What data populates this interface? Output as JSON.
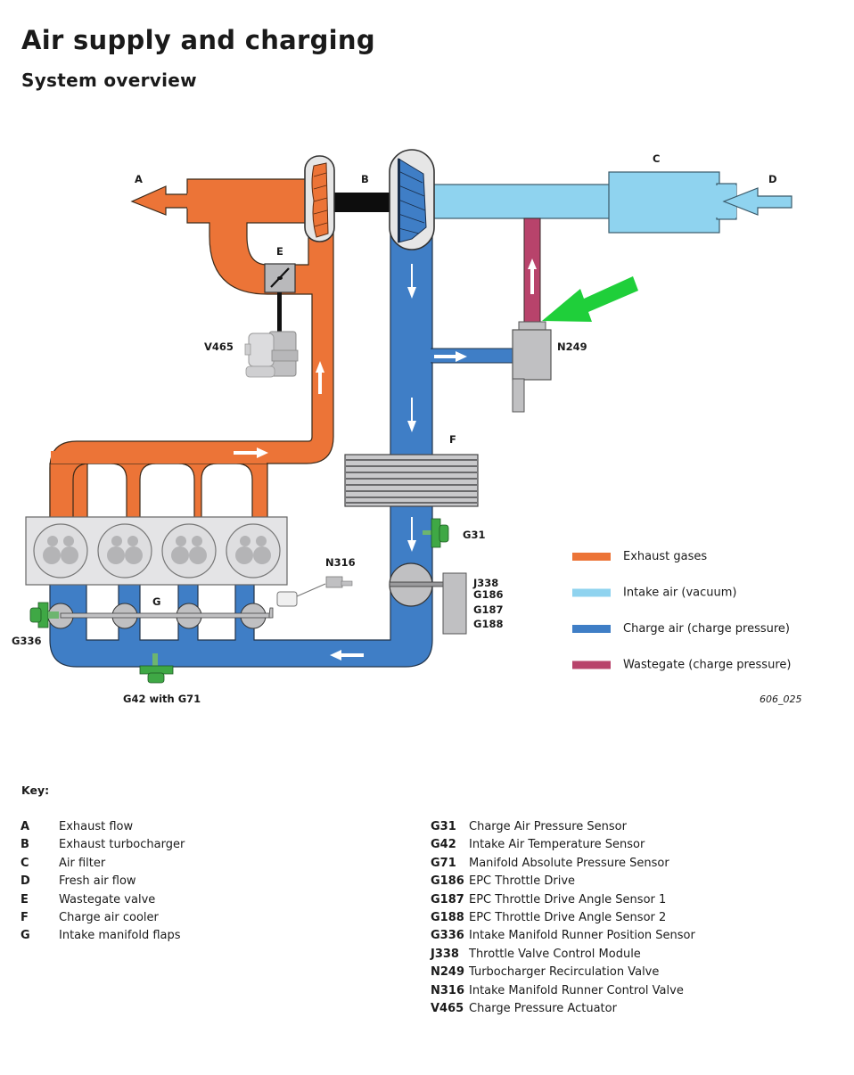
{
  "header": {
    "title": "Air supply and charging",
    "subtitle": "System overview"
  },
  "colors": {
    "exhaust": "#ec7437",
    "intake": "#8fd3ef",
    "charge": "#3f7ec6",
    "wastegate": "#b8436b",
    "component_gray": "#c0c0c2",
    "sensor_green": "#3fa845",
    "highlight_arrow": "#1fcf3a"
  },
  "diagram": {
    "labels": {
      "A": "A",
      "B": "B",
      "C": "C",
      "D": "D",
      "E": "E",
      "F": "F",
      "G": "G",
      "V465": "V465",
      "N249": "N249",
      "N316": "N316",
      "G31": "G31",
      "G336": "G336",
      "G42_G71": "G42 with G71",
      "J338": "J338",
      "G186": "G186",
      "G187": "G187",
      "G188": "G188"
    },
    "figure_number": "606_025",
    "legend": [
      {
        "label": "Exhaust gases",
        "color": "#ec7437"
      },
      {
        "label": "Intake air (vacuum)",
        "color": "#8fd3ef"
      },
      {
        "label": "Charge air (charge pressure)",
        "color": "#3f7ec6"
      },
      {
        "label": "Wastegate (charge pressure)",
        "color": "#b8436b"
      }
    ]
  },
  "key": {
    "title": "Key:",
    "letters": [
      {
        "code": "A",
        "desc": "Exhaust flow"
      },
      {
        "code": "B",
        "desc": "Exhaust turbocharger"
      },
      {
        "code": "C",
        "desc": "Air filter"
      },
      {
        "code": "D",
        "desc": "Fresh air flow"
      },
      {
        "code": "E",
        "desc": "Wastegate valve"
      },
      {
        "code": "F",
        "desc": "Charge air cooler"
      },
      {
        "code": "G",
        "desc": "Intake manifold flaps"
      }
    ],
    "components": [
      {
        "code": "G31",
        "desc": "Charge Air Pressure Sensor"
      },
      {
        "code": "G42",
        "desc": "Intake Air Temperature Sensor"
      },
      {
        "code": "G71",
        "desc": "Manifold Absolute Pressure Sensor"
      },
      {
        "code": "G186",
        "desc": "EPC Throttle Drive"
      },
      {
        "code": "G187",
        "desc": "EPC Throttle Drive Angle Sensor 1"
      },
      {
        "code": "G188",
        "desc": "EPC Throttle Drive Angle Sensor 2"
      },
      {
        "code": "G336",
        "desc": "Intake Manifold Runner Position Sensor"
      },
      {
        "code": "J338",
        "desc": "Throttle Valve Control Module"
      },
      {
        "code": "N249",
        "desc": "Turbocharger Recirculation Valve"
      },
      {
        "code": "N316",
        "desc": "Intake Manifold Runner Control Valve"
      },
      {
        "code": "V465",
        "desc": "Charge Pressure Actuator"
      }
    ]
  }
}
